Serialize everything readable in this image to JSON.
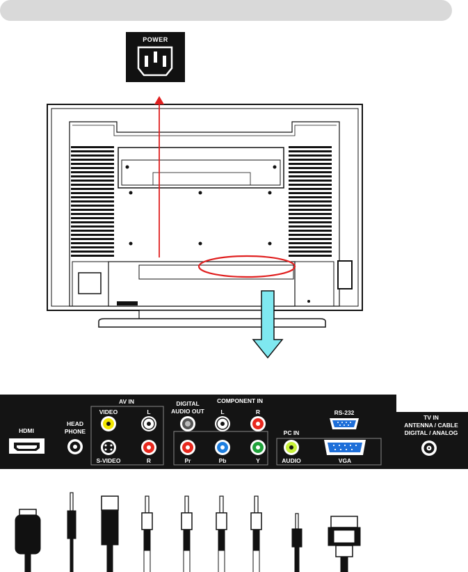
{
  "power_inlet": {
    "label": "POWER"
  },
  "panel": {
    "hdmi": "HDMI",
    "headphone": [
      "HEAD",
      "PHONE"
    ],
    "av_in": {
      "title": "AV IN",
      "video": "VIDEO",
      "l": "L",
      "svideo": "S-VIDEO",
      "r": "R"
    },
    "digital_audio_out": [
      "DIGITAL",
      "AUDIO OUT"
    ],
    "component_in": {
      "title": "COMPONENT IN",
      "l": "L",
      "r": "R",
      "pr": "Pr",
      "pb": "Pb",
      "y": "Y"
    },
    "pc_in": {
      "title": "PC IN",
      "audio": "AUDIO",
      "vga": "VGA",
      "rs232": "RS-232"
    },
    "tv_in": [
      "TV IN",
      "ANTENNA / CABLE",
      "DIGITAL / ANALOG"
    ]
  },
  "colors": {
    "arrow_up": "#e02020",
    "highlight_ellipse": "#e02020",
    "arrow_down": "#7fe8f0",
    "jack_yellow": "#f2e600",
    "jack_white": "#ffffff",
    "jack_red": "#e8281e",
    "jack_blue": "#1e7fe0",
    "jack_green": "#1fa23a",
    "jack_lime": "#c8f23a",
    "vga_blue": "#1e6fd9"
  }
}
